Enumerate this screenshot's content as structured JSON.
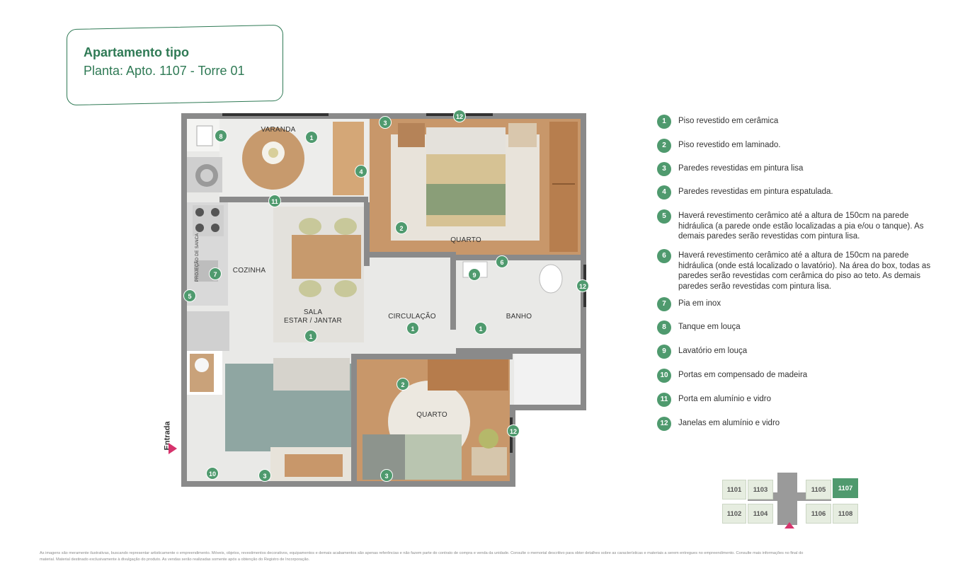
{
  "header": {
    "title": "Apartamento tipo",
    "subtitle": "Planta: Apto. 1107 - Torre 01"
  },
  "plan": {
    "rooms": {
      "varanda": "VARANDA",
      "quarto1": "QUARTO",
      "cozinha": "COZINHA",
      "sala": "SALA\nESTAR / JANTAR",
      "circulacao": "CIRCULAÇÃO",
      "banho": "BANHO",
      "quarto2": "QUARTO",
      "projecao": "PROJEÇÃO DE SANCA"
    },
    "entrada": "Entrada",
    "badges": [
      {
        "n": "8"
      },
      {
        "n": "1"
      },
      {
        "n": "4"
      },
      {
        "n": "11"
      },
      {
        "n": "3"
      },
      {
        "n": "12"
      },
      {
        "n": "2"
      },
      {
        "n": "6"
      },
      {
        "n": "9"
      },
      {
        "n": "12"
      },
      {
        "n": "7"
      },
      {
        "n": "5"
      },
      {
        "n": "1"
      },
      {
        "n": "1"
      },
      {
        "n": "1"
      },
      {
        "n": "2"
      },
      {
        "n": "12"
      },
      {
        "n": "10"
      },
      {
        "n": "3"
      },
      {
        "n": "3"
      }
    ]
  },
  "legend": [
    {
      "n": "1",
      "text": "Piso revestido em cerâmica"
    },
    {
      "n": "2",
      "text": "Piso revestido em laminado."
    },
    {
      "n": "3",
      "text": "Paredes revestidas em pintura lisa"
    },
    {
      "n": "4",
      "text": "Paredes revestidas em pintura espatulada."
    },
    {
      "n": "5",
      "text": "Haverá revestimento cerâmico até a altura de 150cm na parede hidráulica (a parede onde estão localizadas a pia e/ou o tanque). As demais paredes serão revestidas com pintura lisa."
    },
    {
      "n": "6",
      "text": "Haverá revestimento cerâmico até a altura de 150cm na parede hidráulica (onde está localizado o lavatório). Na área do box, todas as paredes serão revestidas com cerâmica do piso ao teto. As demais paredes serão revestidas com pintura lisa."
    },
    {
      "n": "7",
      "text": "Pia em inox"
    },
    {
      "n": "8",
      "text": "Tanque em louça"
    },
    {
      "n": "9",
      "text": "Lavatório em louça"
    },
    {
      "n": "10",
      "text": "Portas em compensado de madeira"
    },
    {
      "n": "11",
      "text": "Porta em alumínio e vidro"
    },
    {
      "n": "12",
      "text": "Janelas em alumínio e vidro"
    }
  ],
  "keyplan": {
    "units": [
      "1101",
      "1103",
      "1105",
      "1107",
      "1102",
      "1104",
      "1106",
      "1108"
    ],
    "active": "1107"
  },
  "disclaimer": "As imagens são meramente ilustrativas, buscando representar artisticamente o empreendimento. Móveis, objetos, revestimentos decorativos, equipamentos e demais acabamentos são apenas referências e não fazem parte do contrato de compra e venda da unidade. Consulte o memorial descritivo para obter detalhes sobre as características e materiais a serem entregues no empreendimento. Consulte mais informações no final do material. Material destinado exclusivamente à divulgação do produto. As vendas serão realizadas somente após a obtenção do Registro de Incorporação.",
  "colors": {
    "accent": "#4f9a6e",
    "title": "#2f7a55",
    "wall": "#8a8a8a",
    "wood": "#c89a6e",
    "tile": "#e8e8e6",
    "arrow": "#d6336c"
  }
}
